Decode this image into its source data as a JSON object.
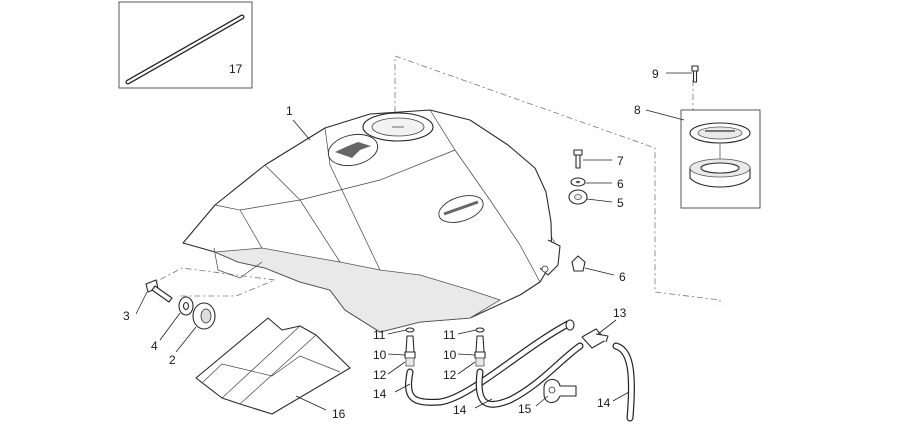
{
  "callouts": [
    "1",
    "2",
    "3",
    "4",
    "5",
    "6",
    "6",
    "7",
    "8",
    "9",
    "10",
    "10",
    "11",
    "11",
    "12",
    "12",
    "13",
    "14",
    "14",
    "14",
    "15",
    "16",
    "17"
  ]
}
